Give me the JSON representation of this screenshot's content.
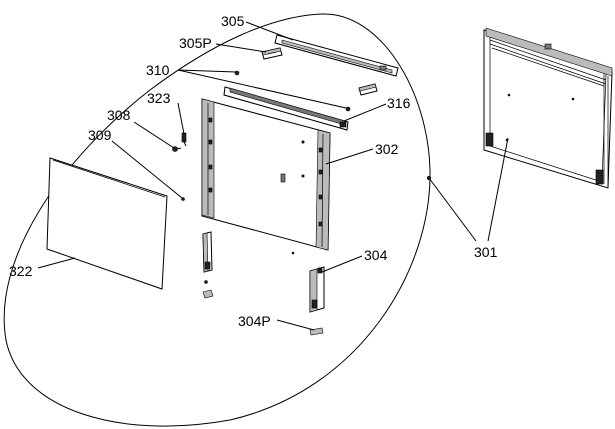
{
  "callouts": {
    "c301": "301",
    "c302": "302",
    "c304": "304",
    "c304P": "304P",
    "c305": "305",
    "c305P": "305P",
    "c308": "308",
    "c309": "309",
    "c310": "310",
    "c316": "316",
    "c322": "322",
    "c323": "323"
  }
}
